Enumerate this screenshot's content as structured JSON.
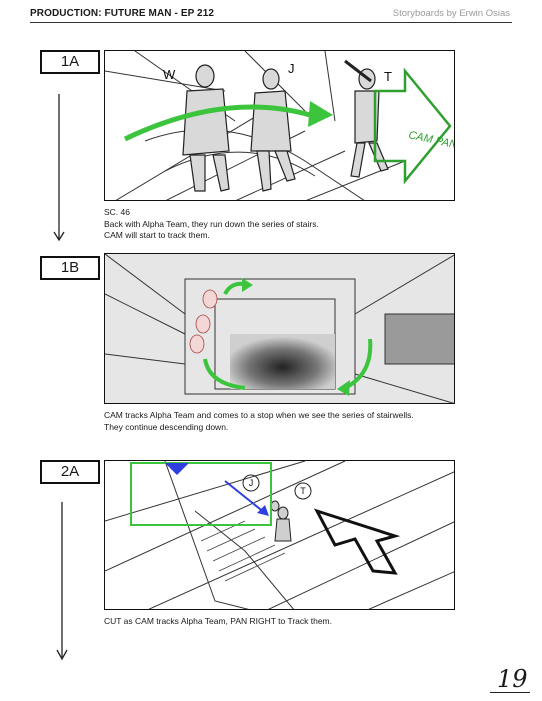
{
  "header": {
    "production": "PRODUCTION: FUTURE MAN - EP 212",
    "credit": "Storyboards by Erwin Osias"
  },
  "shots": [
    {
      "label": "1A",
      "panel_letters": [
        "W",
        "J",
        "T"
      ],
      "panel_note": "CAM PAN",
      "caption": [
        "SC. 46",
        "Back with Alpha Team, they run down the series of stairs.",
        "CAM will start to track them."
      ]
    },
    {
      "label": "1B",
      "caption": [
        "CAM tracks Alpha Team and comes to a stop when we see the series of stairwells.",
        "They continue descending down."
      ]
    },
    {
      "label": "2A",
      "panel_letters": [
        "J",
        "T"
      ],
      "caption": [
        "CUT as CAM tracks Alpha Team, PAN RIGHT to Track them."
      ]
    }
  ],
  "page_number": "19",
  "colors": {
    "green": "#3cc43c",
    "blue": "#2f3fe0",
    "ink": "#1a1a1a"
  }
}
